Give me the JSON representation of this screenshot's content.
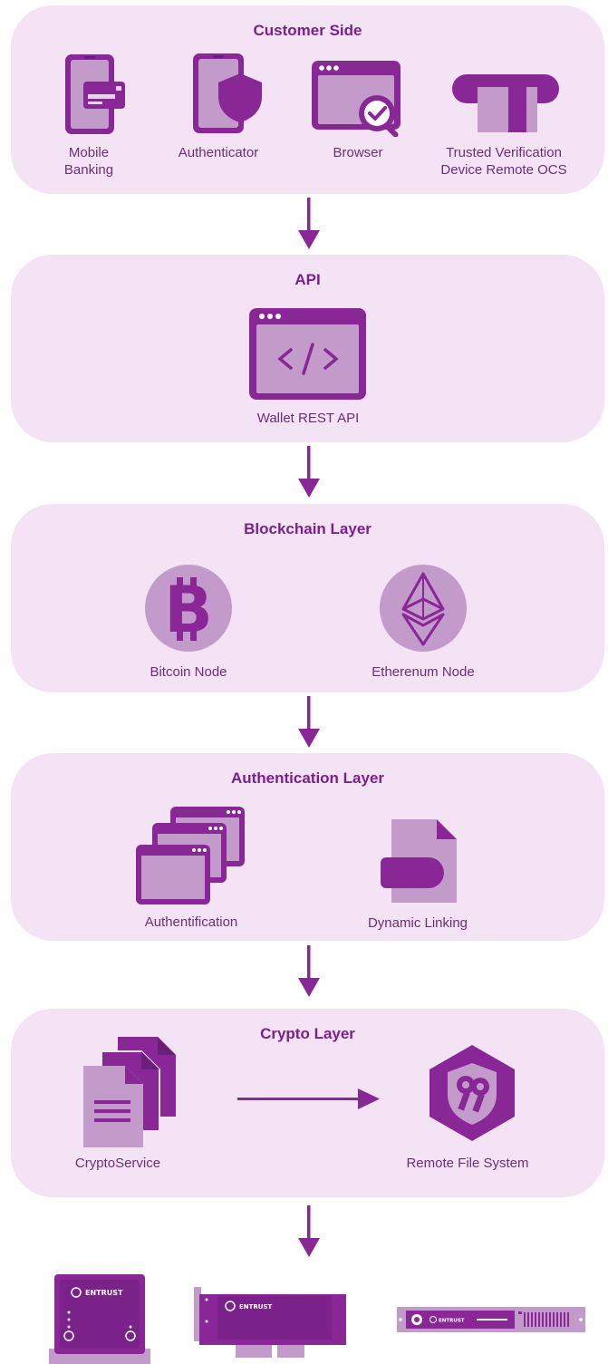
{
  "colors": {
    "panel_bg": "#f4e3f4",
    "primary": "#8a2796",
    "light": "#c39bcb",
    "dark": "#6b1f7c"
  },
  "layers": [
    {
      "title": "Customer Side",
      "items": [
        {
          "label": "Mobile Banking",
          "icon": "mobile-banking-icon"
        },
        {
          "label": "Authenticator",
          "icon": "authenticator-icon"
        },
        {
          "label": "Browser",
          "icon": "browser-icon"
        },
        {
          "label": "Trusted Verification Device Remote OCS",
          "icon": "card-reader-icon"
        }
      ]
    },
    {
      "title": "API",
      "items": [
        {
          "label": "Wallet REST API",
          "icon": "code-window-icon"
        }
      ]
    },
    {
      "title": "Blockchain Layer",
      "items": [
        {
          "label": "Bitcoin Node",
          "icon": "bitcoin-icon"
        },
        {
          "label": "Etherenum Node",
          "icon": "ethereum-icon"
        }
      ]
    },
    {
      "title": "Authentication Layer",
      "items": [
        {
          "label": "Authentification",
          "icon": "stacked-windows-icon"
        },
        {
          "label": "Dynamic Linking",
          "icon": "linked-document-icon"
        }
      ]
    },
    {
      "title": "Crypto Layer",
      "items": [
        {
          "label": "CryptoService",
          "icon": "documents-icon"
        },
        {
          "label": "Remote File System",
          "icon": "key-shield-icon"
        }
      ]
    }
  ],
  "hardware": {
    "brand": "ENTRUST",
    "devices": [
      "usb-hsm-device",
      "pcie-hsm-card",
      "rack-hsm-appliance"
    ]
  }
}
